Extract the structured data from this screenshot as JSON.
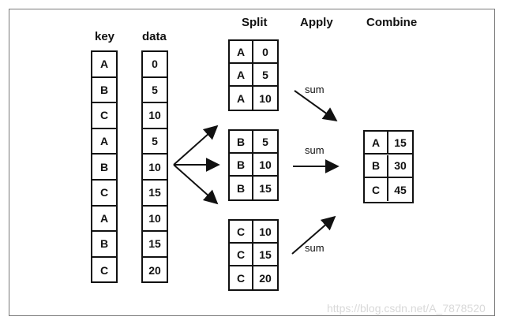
{
  "headers": {
    "key": "key",
    "data": "data",
    "split": "Split",
    "apply": "Apply",
    "combine": "Combine"
  },
  "key_column": [
    "A",
    "B",
    "C",
    "A",
    "B",
    "C",
    "A",
    "B",
    "C"
  ],
  "data_column": [
    "0",
    "5",
    "10",
    "5",
    "10",
    "15",
    "10",
    "15",
    "20"
  ],
  "split_groups": [
    {
      "rows": [
        [
          "A",
          "0"
        ],
        [
          "A",
          "5"
        ],
        [
          "A",
          "10"
        ]
      ]
    },
    {
      "rows": [
        [
          "B",
          "5"
        ],
        [
          "B",
          "10"
        ],
        [
          "B",
          "15"
        ]
      ]
    },
    {
      "rows": [
        [
          "C",
          "10"
        ],
        [
          "C",
          "15"
        ],
        [
          "C",
          "20"
        ]
      ]
    }
  ],
  "apply_labels": [
    "sum",
    "sum",
    "sum"
  ],
  "combine_table": [
    [
      "A",
      "15"
    ],
    [
      "B",
      "30"
    ],
    [
      "C",
      "45"
    ]
  ],
  "watermark": "https://blog.csdn.net/A_7878520"
}
